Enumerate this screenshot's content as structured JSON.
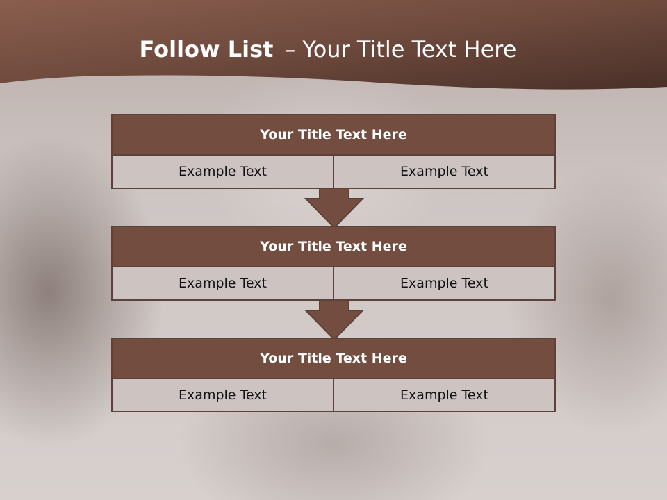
{
  "slide": {
    "title_bold": "Follow List",
    "title_dash": "–",
    "title_rest": "Your Title Text Here"
  },
  "colors": {
    "header": "#7a5345",
    "box_title": "#734d40",
    "box_cell": "#cdc4c1",
    "border": "#5e4239",
    "arrow": "#734d40"
  },
  "steps": [
    {
      "title": "Your Title Text Here",
      "left": "Example Text",
      "right": "Example Text"
    },
    {
      "title": "Your Title Text Here",
      "left": "Example Text",
      "right": "Example Text"
    },
    {
      "title": "Your Title Text Here",
      "left": "Example Text",
      "right": "Example Text"
    }
  ],
  "background": {
    "image": "photo-background"
  }
}
